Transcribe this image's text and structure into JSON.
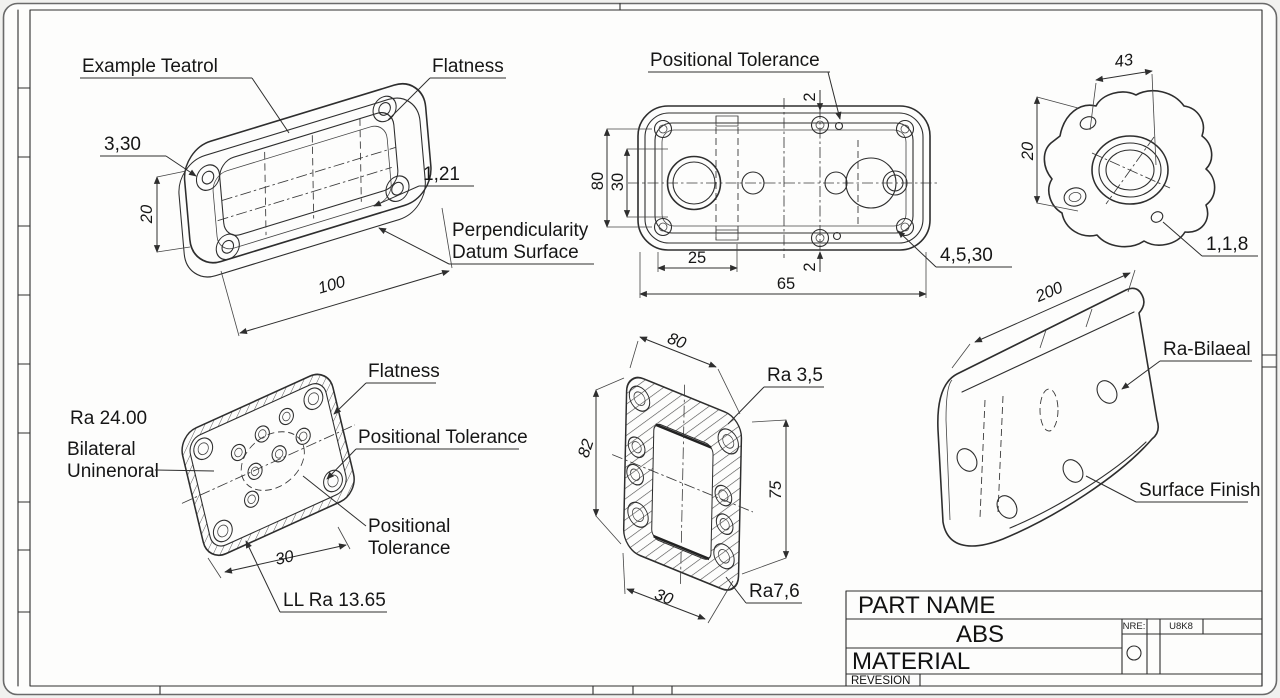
{
  "sheet": {
    "background_color": "#fdfdfc",
    "line_color": "#2e2e2e"
  },
  "title_block": {
    "part_name_label": "PART NAME",
    "part_name_value": "ABS",
    "material_label": "MATERIAL",
    "revision_label": "REVESION",
    "stamp_cell_1": "NRE:",
    "stamp_cell_2": "U8K8"
  },
  "v1": {
    "title": "Example Teatrol",
    "flatness": "Flatness",
    "d330": "3,30",
    "d20": "20",
    "d121": "1,21",
    "perp_line1": "Perpendicularity",
    "perp_line2": "Datum Surface",
    "d100": "100"
  },
  "v2": {
    "pos_tol": "Positional Tolerance",
    "d80": "80",
    "d30": "30",
    "d25": "25",
    "d65": "65",
    "d2_top": "2",
    "d2_bottom": "2",
    "d4530": "4,5,30"
  },
  "v3": {
    "d43": "43",
    "d20": "20",
    "d118": "1,1,8"
  },
  "v4": {
    "ra": "Ra 24.00",
    "bilateral_line1": "Bilateral",
    "bilateral_line2": "Uninenoral",
    "flatness": "Flatness",
    "pos_tol": "Positional Tolerance",
    "pos_line1": "Positional",
    "pos_line2": "Tolerance",
    "d30": "30",
    "llra": "LL Ra 13.65"
  },
  "v5": {
    "d80": "80",
    "d82": "82",
    "ra35": "Ra 3,5",
    "d75": "75",
    "d30": "30",
    "ra76": "Ra7,6"
  },
  "v6": {
    "d200": "200",
    "rabil": "Ra-Bilaeal",
    "surface": "Surface Finish"
  }
}
